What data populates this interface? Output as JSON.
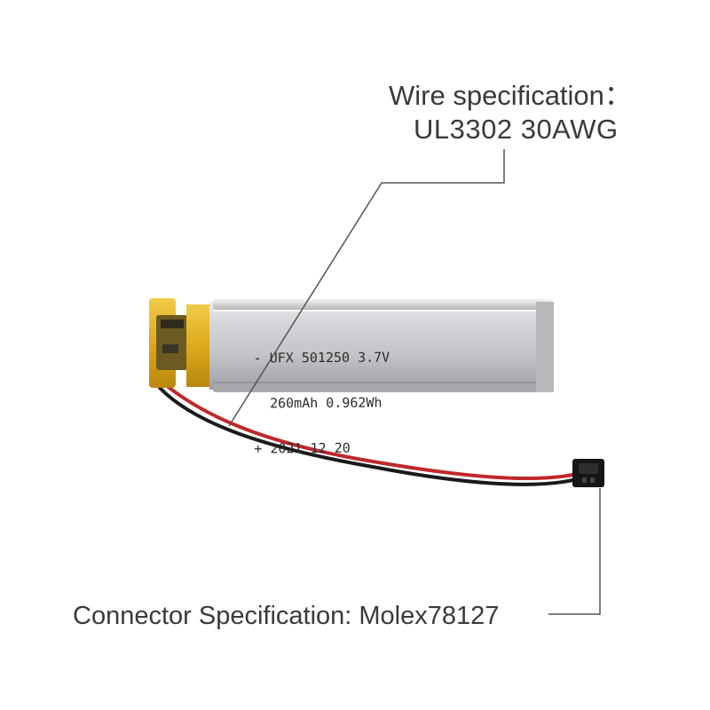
{
  "callouts": {
    "wire_title": "Wire specification：",
    "wire_value": "UL3302  30AWG",
    "connector": "Connector Specification: Molex78127"
  },
  "battery_label": {
    "line1": "- UFX 501250 3.7V",
    "line2": "  260mAh 0.962Wh",
    "line3": "+ 2021 12 20"
  },
  "colors": {
    "text": "#3a3a3a",
    "leader_line": "#555555",
    "cell_body": "#c9cacc",
    "kapton_tape": "#e0b21e",
    "wire_red": "#c0282a",
    "wire_black": "#1a1a1a",
    "connector": "#151515"
  }
}
